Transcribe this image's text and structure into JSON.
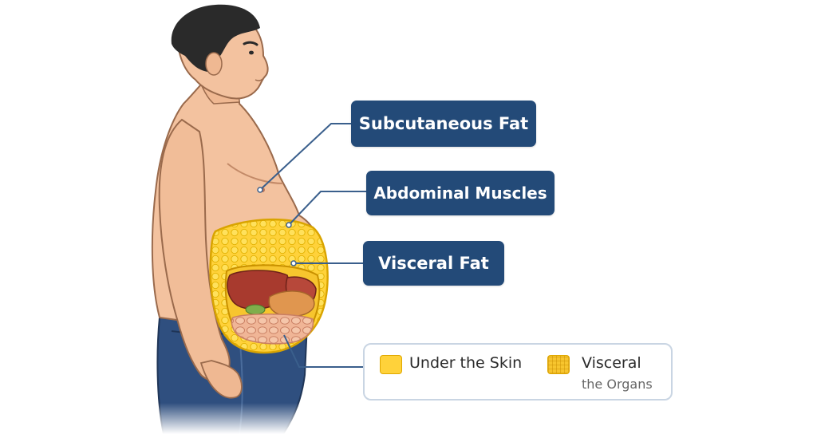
{
  "callouts": {
    "subcutaneous": "Subcutaneous Fat",
    "muscles": "Abdominal Muscles",
    "visceral": "Visceral Fat"
  },
  "legend": {
    "skin_label": "Under the Skin",
    "visceral_label": "Visceral",
    "visceral_sublabel": "the Organs"
  },
  "colors": {
    "callout_bg": "#234a78",
    "skin": "#f3c29f",
    "hair": "#2a2a2a",
    "jeans": "#2f4f7f",
    "fat_yellow": "#ffd23a",
    "visceral_yellow": "#f7c52e",
    "liver": "#a83a2e",
    "stomach": "#e0964f",
    "intestine": "#eeae8b",
    "leader_line": "#3a5f8c"
  }
}
